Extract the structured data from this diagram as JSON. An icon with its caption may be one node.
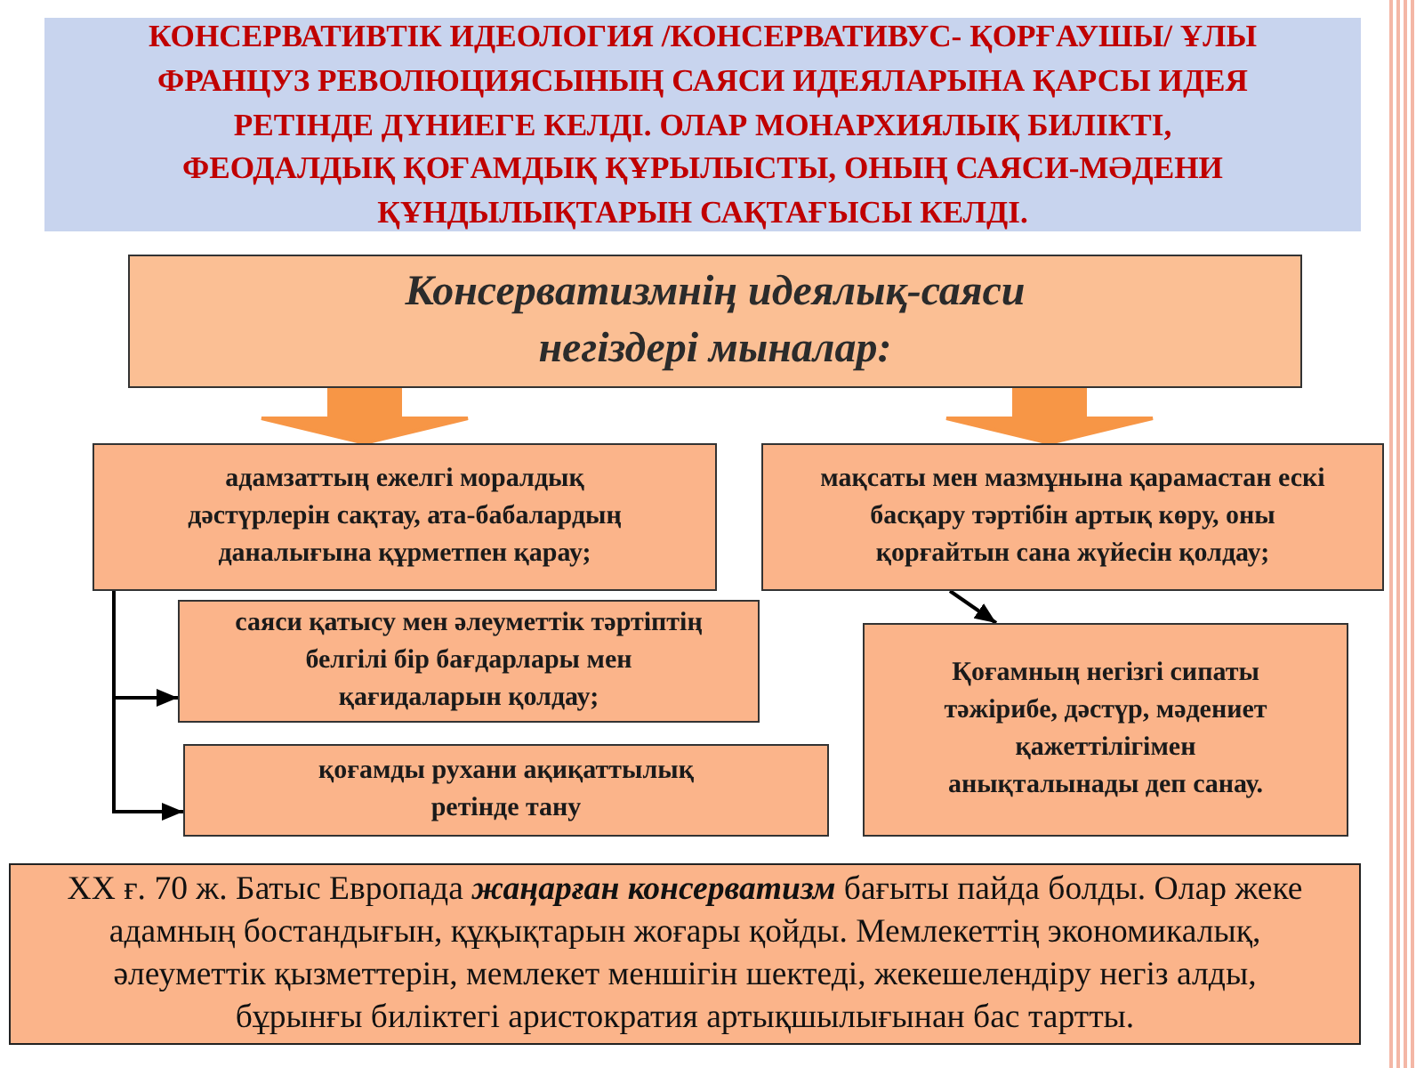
{
  "diagram": {
    "nodes": [
      {
        "text": [
          "КОНСЕРВАТИВТІК ИДЕОЛОГИЯ /КОНСЕРВАТИВУС- ҚОРҒАУШЫ/ ҰЛЫ ФРАНЦУЗ РЕВОЛЮЦИЯСЫНЫҢ САЯСИ ИДЕЯЛАРЫНА ҚАРСЫ ИДЕЯ РЕТІНДЕ ДҮНИЕГЕ КЕЛДІ. ОЛАР МОНАРХИЯЛЫҚ БИЛІКТІ, ФЕОДАЛДЫҚ ҚОҒАМДЫҚ ҚҰРЫЛЫСТЫ, ОНЫҢ САЯСИ-МӘДЕНИ ҚҰНДЫЛЫҚТАРЫН САҚТАҒЫСЫ КЕЛДІ."
        ]
      },
      {
        "text": [
          "Консерватизмнің идеялық-саяси негіздері мыналар:"
        ]
      },
      {
        "text": [
          "адамзаттың ежелгі моралдық дәстүрлерін сақтау, ата-бабалардың даналығына құрметпен қарау;"
        ]
      },
      {
        "text": [
          "мақсаты мен мазмұнына қарамастан ескі басқару тәртібін артық көру, оны қорғайтын сана жүйесін қолдау;"
        ]
      },
      {
        "text": [
          "саяси қатысу мен әлеуметтік тәртіптің белгілі бір бағдарлары мен қағидаларын қолдау;"
        ]
      },
      {
        "text": [
          "қоғамды рухани ақиқаттылық ретінде тану"
        ]
      },
      {
        "text": [
          "Қоғамның негізгі сипаты тәжірибе, дәстүр, мәдениет қажеттілігімен анықталынады деп санау."
        ]
      },
      {
        "text": [
          "XX ғ. 70 ж. Батыс Европада **жаңарған консерватизм** бағыты пайда болды. Олар жеке адамның бостандығын, құқықтарын жоғары қойды. Мемлекеттің экономикалық, әлеуметтік қызметтерін,  мемлекет меншігін шектеді, жекешелендіру негіз алды, бұрынғы биліктегі аристократия артықшылығынан бас тартты."
        ]
      }
    ],
    "edges": [
      {
        "from": 1,
        "to": 2,
        "arrow": "to",
        "style": "thick",
        "color": "#f79646"
      },
      {
        "from": 1,
        "to": 3,
        "arrow": "to",
        "style": "thick",
        "color": "#f79646"
      },
      {
        "from": 2,
        "to": 4,
        "arrow": "to"
      },
      {
        "from": 2,
        "to": 5,
        "arrow": "to"
      },
      {
        "from": 3,
        "to": 6,
        "arrow": "to"
      }
    ]
  }
}
